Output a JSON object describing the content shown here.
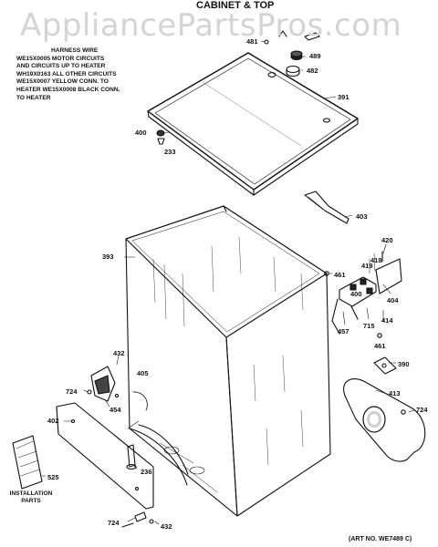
{
  "watermark": "AppliancePartsPros.com",
  "title": "CABINET & TOP",
  "harness_note": {
    "heading": "HARNESS WIRE",
    "lines": [
      "WE15X0005 MOTOR CIRCUITS",
      "AND CIRCUITS UP TO HEATER",
      "WH19X0163 ALL OTHER CIRCUITS",
      "WE15X0007 YELLOW CONN. TO",
      "HEATER WE15X0008 BLACK CONN.",
      "TO HEATER"
    ]
  },
  "installation_parts": [
    "INSTALLATION",
    "PARTS"
  ],
  "art_no": "(ART NO. WE7489 C)",
  "parts": {
    "p481_top": "481",
    "p489": "489",
    "p482": "482",
    "p391": "391",
    "p400_top": "400",
    "p233": "233",
    "p403": "403",
    "p393": "393",
    "p420": "420",
    "p461_a": "461",
    "p419": "419",
    "p418": "418",
    "p400_mid": "400",
    "p404": "404",
    "p457": "457",
    "p715": "715",
    "p414": "414",
    "p461_b": "461",
    "p390": "390",
    "p432_a": "432",
    "p724_a": "724",
    "p405": "405",
    "p454": "454",
    "p413": "413",
    "p724_b": "724",
    "p402": "402",
    "p236": "236",
    "p525": "525",
    "p724_c": "724",
    "p432_b": "432"
  }
}
